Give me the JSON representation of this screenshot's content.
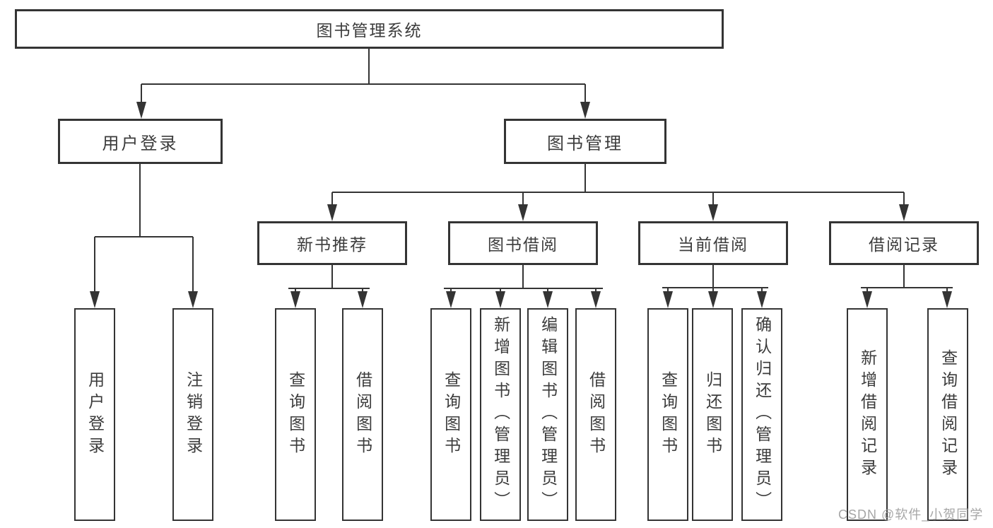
{
  "diagram": {
    "title": "图书管理系统",
    "level2": [
      {
        "label": "用户登录",
        "children": [
          "用户登录",
          "注销登录"
        ]
      },
      {
        "label": "图书管理",
        "sections": [
          {
            "label": "新书推荐",
            "children": [
              "查询图书",
              "借阅图书"
            ]
          },
          {
            "label": "图书借阅",
            "children": [
              "查询图书",
              "新增图书（管理员）",
              "编辑图书（管理员）",
              "借阅图书"
            ]
          },
          {
            "label": "当前借阅",
            "children": [
              "查询图书",
              "归还图书",
              "确认归还（管理员）"
            ]
          },
          {
            "label": "借阅记录",
            "children": [
              "新增借阅记录",
              "查询借阅记录"
            ]
          }
        ]
      }
    ]
  },
  "watermark": "CSDN @软件_小贺同学",
  "colors": {
    "line": "#343434",
    "text": "#3c3c3c",
    "watermark": "#9e9e9e"
  }
}
